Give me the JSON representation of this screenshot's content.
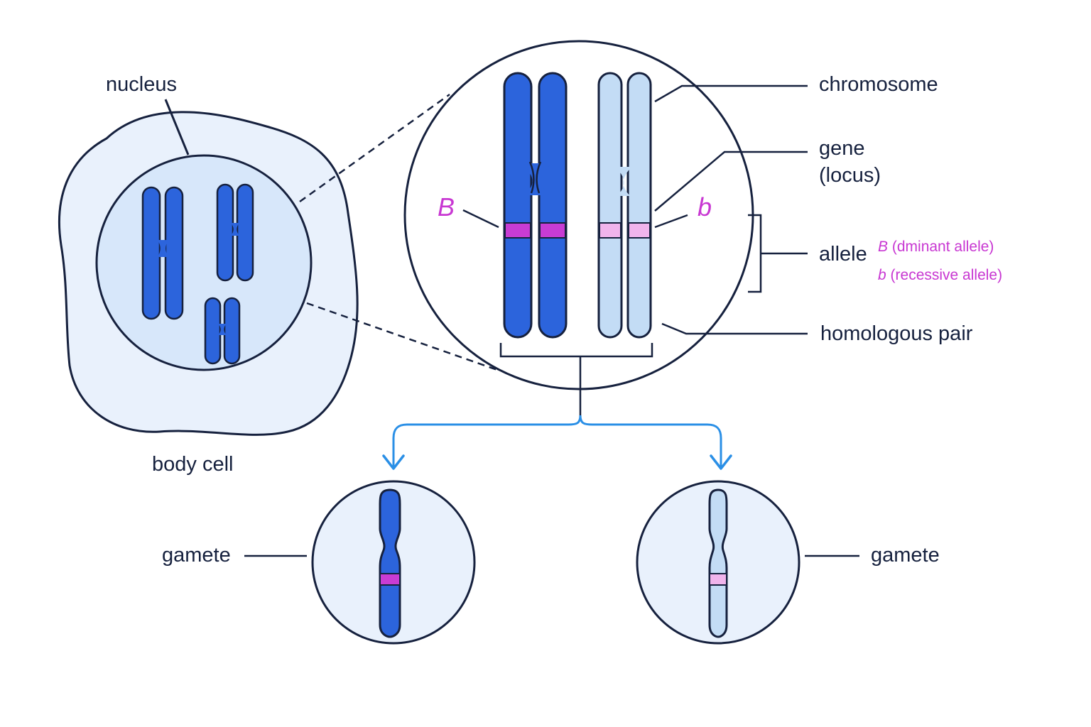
{
  "labels": {
    "nucleus": "nucleus",
    "body_cell": "body cell",
    "chromosome": "chromosome",
    "gene_line1": "gene",
    "gene_line2": "(locus)",
    "allele": "allele",
    "homologous_pair": "homologous pair",
    "gamete_left": "gamete",
    "gamete_right": "gamete"
  },
  "alleles": {
    "dominant_letter": "B",
    "recessive_letter": "b",
    "dominant_note": "(dminant allele)",
    "recessive_note": "(recessive allele)"
  },
  "colors": {
    "outline": "#16213e",
    "cell_fill": "#e9f1fc",
    "nucleus_fill": "#d7e7fa",
    "dark_chromosome": "#2c64dc",
    "light_chromosome": "#c3dcf5",
    "dominant_band": "#c83cd4",
    "recessive_band": "#f0b4ec",
    "allele_text": "#c837d2",
    "arrow": "#2a8fe6"
  }
}
